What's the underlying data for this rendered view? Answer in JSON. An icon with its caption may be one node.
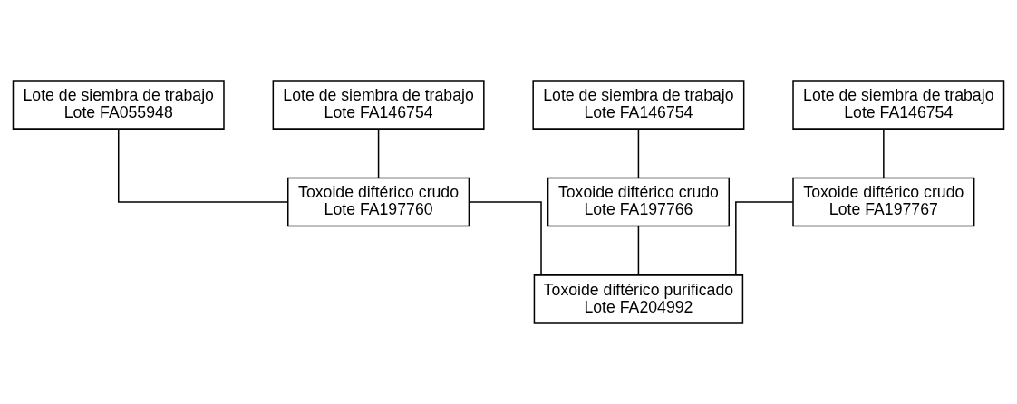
{
  "diagram": {
    "nodes": [
      {
        "text": [
          "Lote de siembra de trabajo",
          "Lote FA055948"
        ]
      },
      {
        "text": [
          "Lote de siembra de trabajo",
          "Lote FA146754"
        ]
      },
      {
        "text": [
          "Lote de siembra de trabajo",
          "Lote FA146754"
        ]
      },
      {
        "text": [
          "Lote de siembra de trabajo",
          "Lote FA146754"
        ]
      },
      {
        "text": [
          "Toxoide diftérico crudo",
          "Lote FA197760"
        ]
      },
      {
        "text": [
          "Toxoide diftérico crudo",
          "Lote FA197766"
        ]
      },
      {
        "text": [
          "Toxoide diftérico crudo",
          "Lote FA197767"
        ]
      },
      {
        "text": [
          "Toxoide diftérico purificado",
          "Lote FA204992"
        ]
      }
    ],
    "edges": [
      {
        "from": 0,
        "to": 4,
        "arrow": "none"
      },
      {
        "from": 1,
        "to": 4,
        "arrow": "none"
      },
      {
        "from": 2,
        "to": 5,
        "arrow": "none"
      },
      {
        "from": 3,
        "to": 6,
        "arrow": "none"
      },
      {
        "from": 4,
        "to": 7,
        "arrow": "none"
      },
      {
        "from": 5,
        "to": 7,
        "arrow": "none"
      },
      {
        "from": 6,
        "to": 7,
        "arrow": "none"
      }
    ]
  }
}
